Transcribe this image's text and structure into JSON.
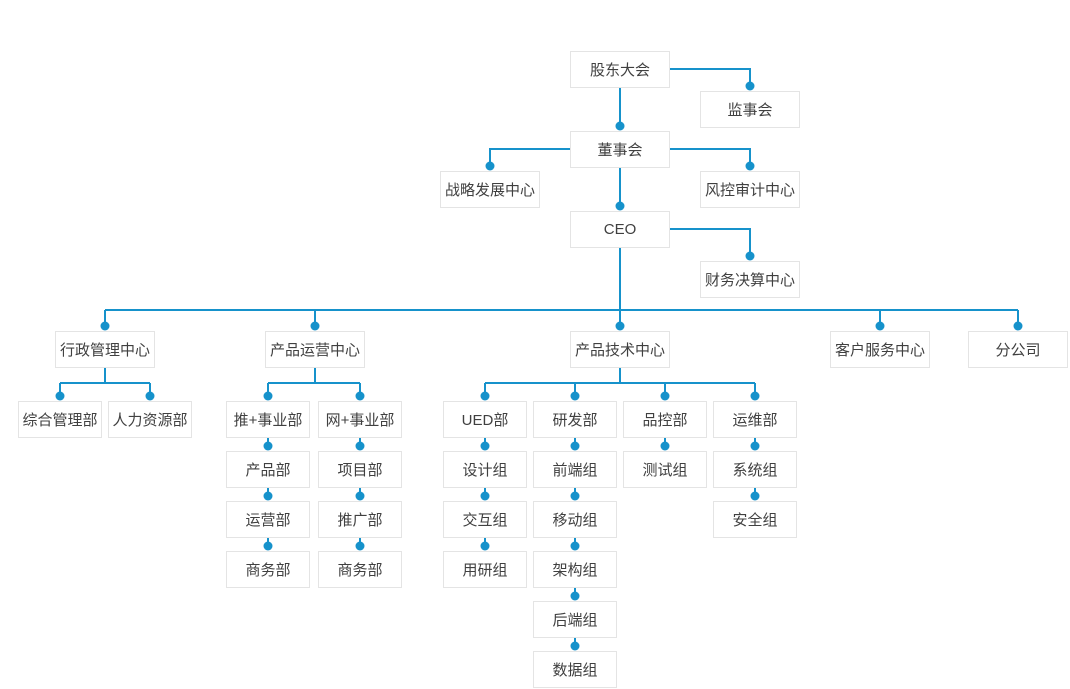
{
  "diagram": {
    "type": "org-chart",
    "colors": {
      "connector_line": "#1692CB",
      "connector_dot": "#1692CB",
      "node_border": "#E4E4E4",
      "node_background": "#FFFFFF",
      "node_text": "#404040",
      "page_background": "#FFFFFF"
    }
  },
  "nodes": {
    "shareholders_meeting": {
      "label": "股东大会"
    },
    "supervisory_board": {
      "label": "监事会"
    },
    "board_of_directors": {
      "label": "董事会"
    },
    "strategy_center": {
      "label": "战略发展中心"
    },
    "risk_audit_center": {
      "label": "风控审计中心"
    },
    "ceo": {
      "label": "CEO"
    },
    "finance_center": {
      "label": "财务决算中心"
    },
    "admin_center": {
      "label": "行政管理中心"
    },
    "ops_center": {
      "label": "产品运营中心"
    },
    "tech_center": {
      "label": "产品技术中心"
    },
    "customer_service_center": {
      "label": "客户服务中心"
    },
    "branch_company": {
      "label": "分公司"
    },
    "general_management_dept": {
      "label": "综合管理部"
    },
    "human_resources_dept": {
      "label": "人力资源部"
    },
    "tui_division": {
      "label": "推+事业部"
    },
    "wang_division": {
      "label": "网+事业部"
    },
    "product_dept": {
      "label": "产品部"
    },
    "project_dept": {
      "label": "项目部"
    },
    "operations_dept": {
      "label": "运营部"
    },
    "promotion_dept": {
      "label": "推广部"
    },
    "business_dept_tui": {
      "label": "商务部"
    },
    "business_dept_wang": {
      "label": "商务部"
    },
    "ued_dept": {
      "label": "UED部"
    },
    "rd_dept": {
      "label": "研发部"
    },
    "qc_dept": {
      "label": "品控部"
    },
    "om_dept": {
      "label": "运维部"
    },
    "design_team": {
      "label": "设计组"
    },
    "interaction_team": {
      "label": "交互组"
    },
    "user_research_team": {
      "label": "用研组"
    },
    "frontend_team": {
      "label": "前端组"
    },
    "mobile_team": {
      "label": "移动组"
    },
    "architecture_team": {
      "label": "架构组"
    },
    "backend_team": {
      "label": "后端组"
    },
    "data_team": {
      "label": "数据组"
    },
    "testing_team": {
      "label": "测试组"
    },
    "system_team": {
      "label": "系统组"
    },
    "security_team": {
      "label": "安全组"
    }
  },
  "hierarchy": {
    "股东大会": [
      "监事会",
      "董事会"
    ],
    "董事会": [
      "战略发展中心",
      "风控审计中心",
      "CEO"
    ],
    "CEO": [
      "财务决算中心",
      "行政管理中心",
      "产品运营中心",
      "产品技术中心",
      "客户服务中心",
      "分公司"
    ],
    "行政管理中心": [
      "综合管理部",
      "人力资源部"
    ],
    "产品运营中心": [
      "推+事业部",
      "网+事业部"
    ],
    "推+事业部": [
      "产品部"
    ],
    "产品部": [
      "运营部"
    ],
    "运营部": [
      "商务部"
    ],
    "网+事业部": [
      "项目部"
    ],
    "项目部": [
      "推广部"
    ],
    "推广部": [
      "商务部"
    ],
    "产品技术中心": [
      "UED部",
      "研发部",
      "品控部",
      "运维部"
    ],
    "UED部": [
      "设计组"
    ],
    "设计组": [
      "交互组"
    ],
    "交互组": [
      "用研组"
    ],
    "研发部": [
      "前端组"
    ],
    "前端组": [
      "移动组"
    ],
    "移动组": [
      "架构组"
    ],
    "架构组": [
      "后端组"
    ],
    "后端组": [
      "数据组"
    ],
    "品控部": [
      "测试组"
    ],
    "运维部": [
      "系统组"
    ],
    "系统组": [
      "安全组"
    ]
  }
}
